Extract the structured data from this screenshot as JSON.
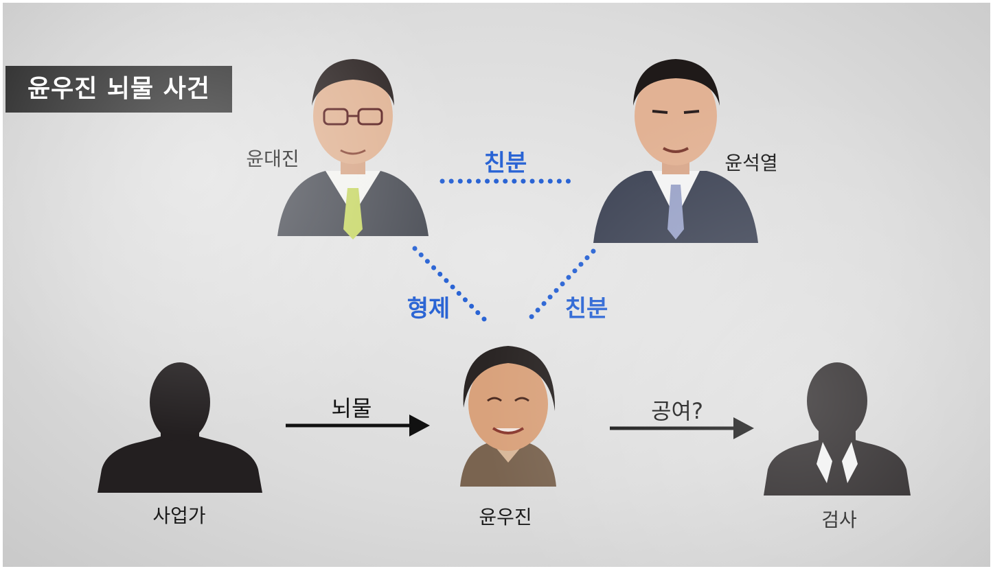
{
  "title": "윤우진 뇌물 사건",
  "people": {
    "yoon_daejin": "윤대진",
    "yoon_seokyeol": "윤석열",
    "businessman": "사업가",
    "yoon_woojin": "윤우진",
    "prosecutor": "검사"
  },
  "relations": {
    "top": "친분",
    "left": "형제",
    "right": "친분"
  },
  "arrows": {
    "bribe": "뇌물",
    "provide": "공여?"
  },
  "colors": {
    "accent_blue": "#2a64d4",
    "title_bg": "#2a2a2a",
    "silhouette": "#231f20"
  }
}
